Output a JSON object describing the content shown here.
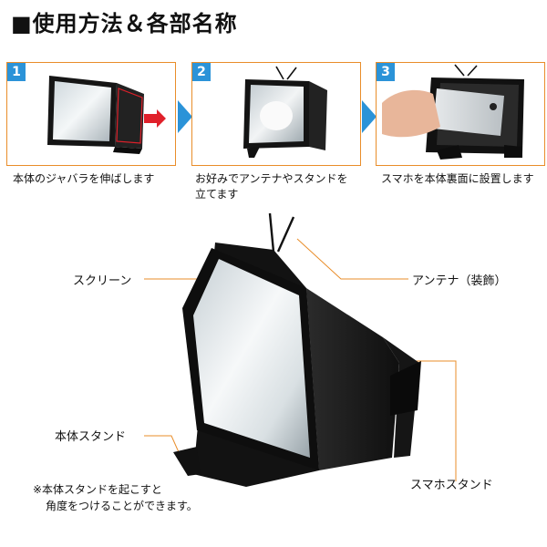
{
  "title": "■使用方法＆各部名称",
  "steps": [
    {
      "num": "1",
      "caption": "本体のジャバラを伸ばします"
    },
    {
      "num": "2",
      "caption_line1": "お好みでアンテナやスタンドを",
      "caption_line2": "立てます"
    },
    {
      "num": "3",
      "caption": "スマホを本体裏面に設置します"
    }
  ],
  "parts": {
    "screen": "スクリーン",
    "antenna": "アンテナ（装飾）",
    "body_stand": "本体スタンド",
    "phone_stand": "スマホスタンド"
  },
  "note": {
    "line1": "※本体スタンドを起こすと",
    "line2": "角度をつけることができます。"
  },
  "colors": {
    "frame": "#e98d2a",
    "badge": "#2b93d8",
    "arrow": "#2b93d8",
    "leader": "#e98d2a",
    "accent_arrow": "#e0202a"
  }
}
